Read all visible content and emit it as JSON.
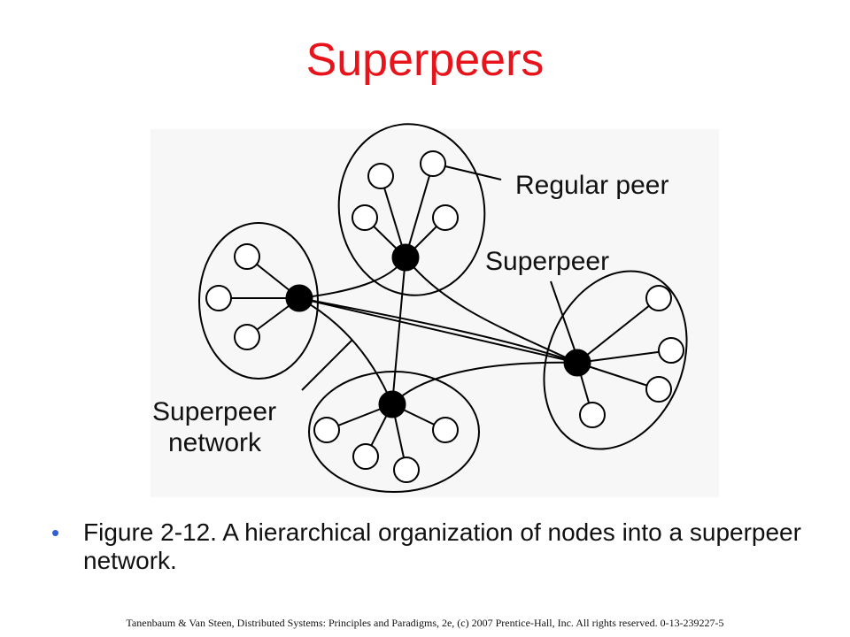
{
  "slide": {
    "title": "Superpeers"
  },
  "diagram": {
    "labels": {
      "regular_peer": "Regular peer",
      "superpeer": "Superpeer",
      "superpeer_network_line1": "Superpeer",
      "superpeer_network_line2": "network"
    },
    "colors": {
      "title": "#e8141b",
      "bullet": "#2f5fd0",
      "stroke": "#000000",
      "figure_background": "#f7f7f7"
    },
    "clusters": [
      {
        "name": "top",
        "regular_peers": 4
      },
      {
        "name": "left",
        "regular_peers": 3
      },
      {
        "name": "bottom",
        "regular_peers": 4
      },
      {
        "name": "right",
        "regular_peers": 4
      }
    ]
  },
  "caption": {
    "bullet": "•",
    "text": "Figure 2-12. A hierarchical organization of nodes into a superpeer network."
  },
  "footer": {
    "text": "Tanenbaum & Van Steen, Distributed Systems: Principles and Paradigms, 2e, (c) 2007 Prentice-Hall, Inc. All rights reserved. 0-13-239227-5"
  }
}
